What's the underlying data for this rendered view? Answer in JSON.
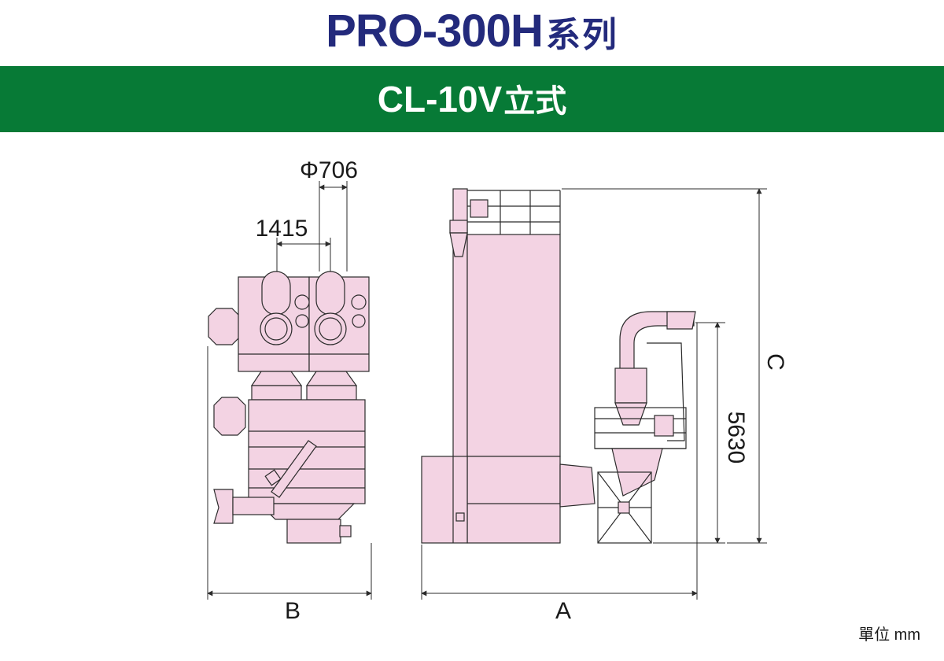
{
  "header": {
    "series_model": "PRO-300H",
    "series_suffix": "系列",
    "model": "CL-10V",
    "model_suffix": "立式"
  },
  "dimensions": {
    "phi": "Φ706",
    "pitch": "1415",
    "height": "5630",
    "a": "A",
    "b": "B",
    "c": "C"
  },
  "footer": {
    "unit": "單位 mm"
  },
  "colors": {
    "title": "#232a7c",
    "band": "#077a36",
    "machine_fill": "#f3d3e3",
    "line": "#2b2b2b"
  }
}
